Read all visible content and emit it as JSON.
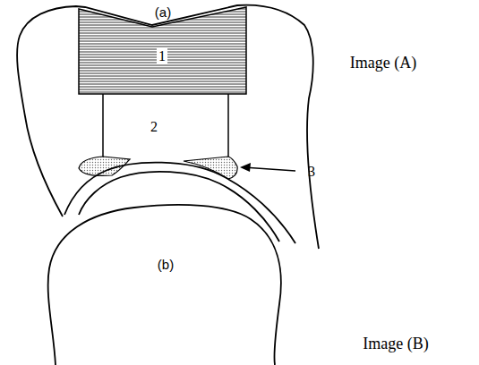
{
  "diagram": {
    "labels": [
      "(a)",
      "1",
      "2",
      "3",
      "Image (A)",
      "(b)",
      "Image (B)"
    ]
  }
}
